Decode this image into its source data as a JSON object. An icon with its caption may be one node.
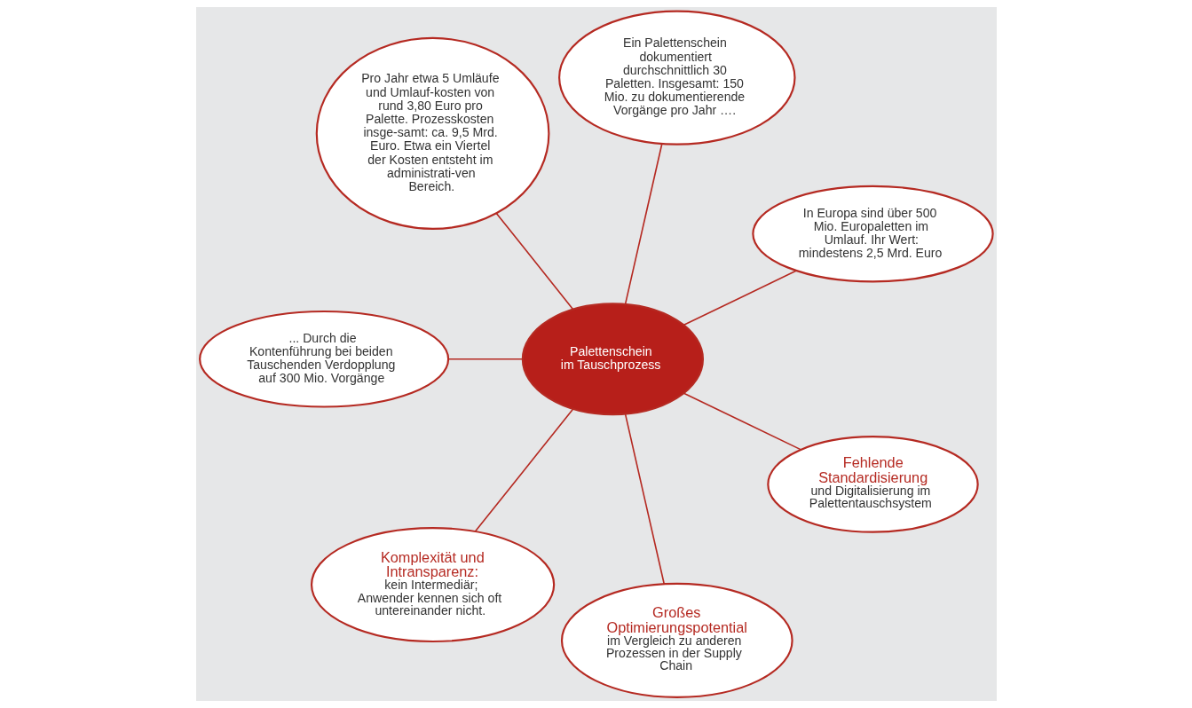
{
  "diagram": {
    "nodes": [
      {
        "text": [
          "Palettenschein im Tauschprozess"
        ]
      },
      {
        "text": [
          "In Europa sind über 500 Mio. Europaletten im Umlauf. Ihr Wert: mindestens 2,5 Mrd. Euro"
        ]
      },
      {
        "text": [
          "Ein Palettenschein dokumentiert durchschnittlich 30 Paletten. Insgesamt: 150 Mio. zu dokumentierende Vorgänge pro Jahr …."
        ]
      },
      {
        "text": [
          "Pro Jahr etwa 5 Umläufe und Umlauf-kosten von rund 3,80 Euro pro Palette. Prozesskosten insge-samt: ca. 9,5 Mrd. Euro. Etwa ein Viertel der Kosten entsteht im administrati-ven Bereich."
        ]
      },
      {
        "text": [
          "... Durch die Kontenführung bei beiden Tauschenden Verdopplung auf 300 Mio. Vorgänge"
        ]
      },
      {
        "text": [
          "Komplexität und Intransparenz:",
          "kein Intermediär; Anwender kennen sich oft untereinander nicht."
        ]
      },
      {
        "text": [
          "Großes Optimierungspotential",
          "im Vergleich zu anderen Prozessen in der Supply Chain"
        ]
      },
      {
        "text": [
          "Fehlende Standardisierung",
          "und Digitalisierung im Palettentauschsystem"
        ]
      }
    ],
    "edges": [
      {
        "from": 0,
        "to": 1,
        "arrow": "none"
      },
      {
        "from": 0,
        "to": 2,
        "arrow": "none"
      },
      {
        "from": 0,
        "to": 3,
        "arrow": "none"
      },
      {
        "from": 0,
        "to": 4,
        "arrow": "none"
      },
      {
        "from": 0,
        "to": 5,
        "arrow": "none"
      },
      {
        "from": 0,
        "to": 6,
        "arrow": "none"
      },
      {
        "from": 0,
        "to": 7,
        "arrow": "none"
      }
    ]
  }
}
